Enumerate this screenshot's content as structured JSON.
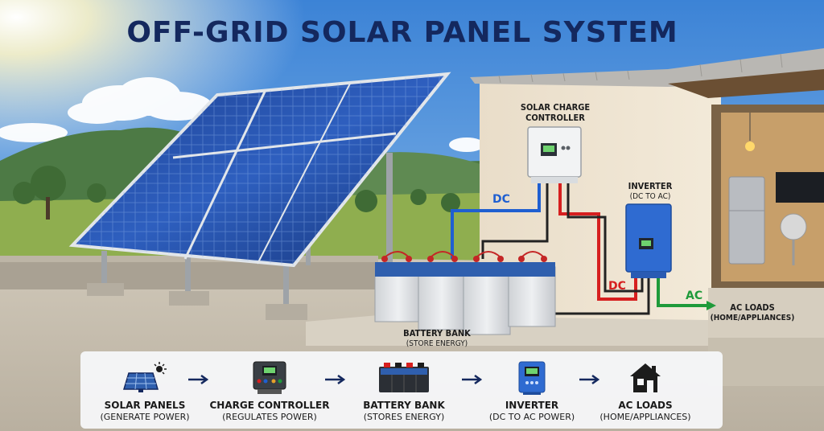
{
  "title": "OFF-GRID SOLAR PANEL SYSTEM",
  "scene_labels": {
    "charge_controller": {
      "line1": "SOLAR CHARGE",
      "line2": "CONTROLLER"
    },
    "inverter": {
      "name": "INVERTER",
      "sub": "(DC TO AC)"
    },
    "battery_bank": {
      "name": "BATTERY BANK",
      "sub": "(STORE ENERGY)"
    },
    "ac_loads": {
      "name": "AC LOADS",
      "sub": "(HOME/APPLIANCES)"
    }
  },
  "wire_labels": {
    "dc_panel": "DC",
    "dc_inverter": "DC",
    "ac": "AC"
  },
  "flow_steps": [
    {
      "name": "SOLAR PANELS",
      "desc": "(GENERATE POWER)",
      "icon": "solar-panel-icon"
    },
    {
      "name": "CHARGE CONTROLLER",
      "desc": "(REGULATES POWER)",
      "icon": "charge-controller-icon"
    },
    {
      "name": "BATTERY BANK",
      "desc": "(STORES ENERGY)",
      "icon": "battery-bank-icon"
    },
    {
      "name": "INVERTER",
      "desc": "(DC TO AC POWER)",
      "icon": "inverter-icon"
    },
    {
      "name": "AC LOADS",
      "desc": "(HOME/APPLIANCES)",
      "icon": "house-icon"
    }
  ],
  "colors": {
    "title": "#14285e",
    "dc_wire_blue": "#1f5fd1",
    "dc_wire_red": "#d61f1f",
    "ac_wire": "#1f9a3a"
  }
}
